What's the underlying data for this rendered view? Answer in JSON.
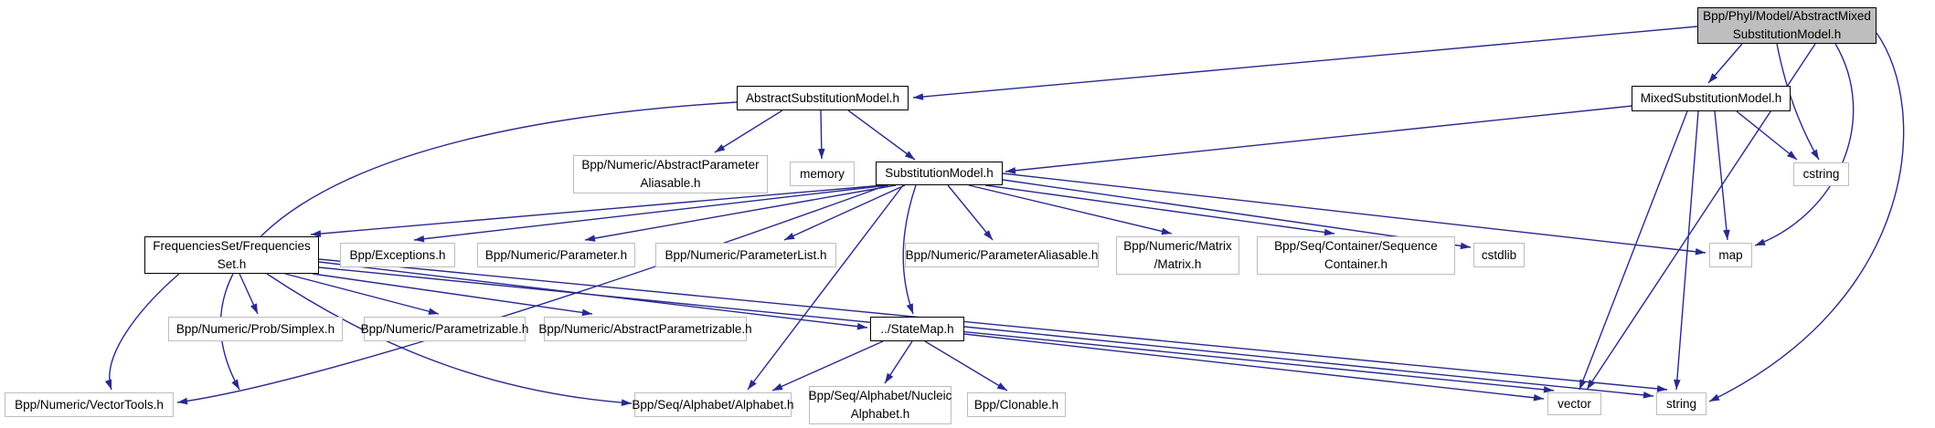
{
  "diagram": {
    "type": "include-dependency-graph",
    "root_file": "Bpp/Phyl/Model/AbstractMixedSubstitutionModel.h",
    "edge_color": "#29298f",
    "root_fill": "#bebebe",
    "leaf_border": "#bdbdbd",
    "accent_border": "#000000",
    "nodes": {
      "abstract_mixed": {
        "label": "Bpp/Phyl/Model/AbstractMixed\nSubstitutionModel.h",
        "emphasized": true,
        "is_root": true
      },
      "abstract_sub": {
        "label": "AbstractSubstitutionModel.h",
        "emphasized": true
      },
      "mixed_sub": {
        "label": "MixedSubstitutionModel.h",
        "emphasized": true
      },
      "cstring": {
        "label": "cstring",
        "emphasized": false
      },
      "abs_param_aliasable": {
        "label": "Bpp/Numeric/AbstractParameter\nAliasable.h",
        "emphasized": false
      },
      "memory": {
        "label": "memory",
        "emphasized": false
      },
      "substitution_model": {
        "label": "SubstitutionModel.h",
        "emphasized": true
      },
      "freq_set": {
        "label": "FrequenciesSet/Frequencies\nSet.h",
        "emphasized": true
      },
      "exceptions": {
        "label": "Bpp/Exceptions.h",
        "emphasized": false
      },
      "parameter": {
        "label": "Bpp/Numeric/Parameter.h",
        "emphasized": false
      },
      "parameter_list": {
        "label": "Bpp/Numeric/ParameterList.h",
        "emphasized": false
      },
      "param_aliasable": {
        "label": "Bpp/Numeric/ParameterAliasable.h",
        "emphasized": false
      },
      "matrix": {
        "label": "Bpp/Numeric/Matrix\n/Matrix.h",
        "emphasized": false
      },
      "seq_container": {
        "label": "Bpp/Seq/Container/Sequence\nContainer.h",
        "emphasized": false
      },
      "cstdlib": {
        "label": "cstdlib",
        "emphasized": false
      },
      "map": {
        "label": "map",
        "emphasized": false
      },
      "simplex": {
        "label": "Bpp/Numeric/Prob/Simplex.h",
        "emphasized": false
      },
      "parametrizable": {
        "label": "Bpp/Numeric/Parametrizable.h",
        "emphasized": false
      },
      "abstract_parametrizable": {
        "label": "Bpp/Numeric/AbstractParametrizable.h",
        "emphasized": false
      },
      "state_map": {
        "label": "../StateMap.h",
        "emphasized": true
      },
      "vector_tools": {
        "label": "Bpp/Numeric/VectorTools.h",
        "emphasized": false
      },
      "alphabet": {
        "label": "Bpp/Seq/Alphabet/Alphabet.h",
        "emphasized": false
      },
      "nucleic_alphabet": {
        "label": "Bpp/Seq/Alphabet/Nucleic\nAlphabet.h",
        "emphasized": false
      },
      "clonable": {
        "label": "Bpp/Clonable.h",
        "emphasized": false
      },
      "vector": {
        "label": "vector",
        "emphasized": false
      },
      "string": {
        "label": "string",
        "emphasized": false
      }
    },
    "edges": [
      {
        "from": "abstract_mixed",
        "to": "abstract_sub"
      },
      {
        "from": "abstract_mixed",
        "to": "mixed_sub"
      },
      {
        "from": "abstract_mixed",
        "to": "cstring"
      },
      {
        "from": "abstract_mixed",
        "to": "map"
      },
      {
        "from": "abstract_mixed",
        "to": "vector"
      },
      {
        "from": "abstract_mixed",
        "to": "string"
      },
      {
        "from": "mixed_sub",
        "to": "substitution_model"
      },
      {
        "from": "mixed_sub",
        "to": "cstring"
      },
      {
        "from": "mixed_sub",
        "to": "map"
      },
      {
        "from": "mixed_sub",
        "to": "vector"
      },
      {
        "from": "mixed_sub",
        "to": "string"
      },
      {
        "from": "abstract_sub",
        "to": "abs_param_aliasable"
      },
      {
        "from": "abstract_sub",
        "to": "memory"
      },
      {
        "from": "abstract_sub",
        "to": "substitution_model"
      },
      {
        "from": "abstract_sub",
        "to": "vector_tools"
      },
      {
        "from": "substitution_model",
        "to": "freq_set"
      },
      {
        "from": "substitution_model",
        "to": "exceptions"
      },
      {
        "from": "substitution_model",
        "to": "parameter"
      },
      {
        "from": "substitution_model",
        "to": "parameter_list"
      },
      {
        "from": "substitution_model",
        "to": "param_aliasable"
      },
      {
        "from": "substitution_model",
        "to": "matrix"
      },
      {
        "from": "substitution_model",
        "to": "seq_container"
      },
      {
        "from": "substitution_model",
        "to": "cstdlib"
      },
      {
        "from": "substitution_model",
        "to": "map"
      },
      {
        "from": "substitution_model",
        "to": "state_map"
      },
      {
        "from": "substitution_model",
        "to": "alphabet"
      },
      {
        "from": "substitution_model",
        "to": "vector_tools"
      },
      {
        "from": "freq_set",
        "to": "simplex"
      },
      {
        "from": "freq_set",
        "to": "parametrizable"
      },
      {
        "from": "freq_set",
        "to": "abstract_parametrizable"
      },
      {
        "from": "freq_set",
        "to": "state_map"
      },
      {
        "from": "freq_set",
        "to": "vector_tools"
      },
      {
        "from": "freq_set",
        "to": "alphabet"
      },
      {
        "from": "freq_set",
        "to": "vector"
      },
      {
        "from": "freq_set",
        "to": "string"
      },
      {
        "from": "state_map",
        "to": "alphabet"
      },
      {
        "from": "state_map",
        "to": "nucleic_alphabet"
      },
      {
        "from": "state_map",
        "to": "clonable"
      },
      {
        "from": "state_map",
        "to": "vector"
      },
      {
        "from": "state_map",
        "to": "string"
      }
    ]
  }
}
